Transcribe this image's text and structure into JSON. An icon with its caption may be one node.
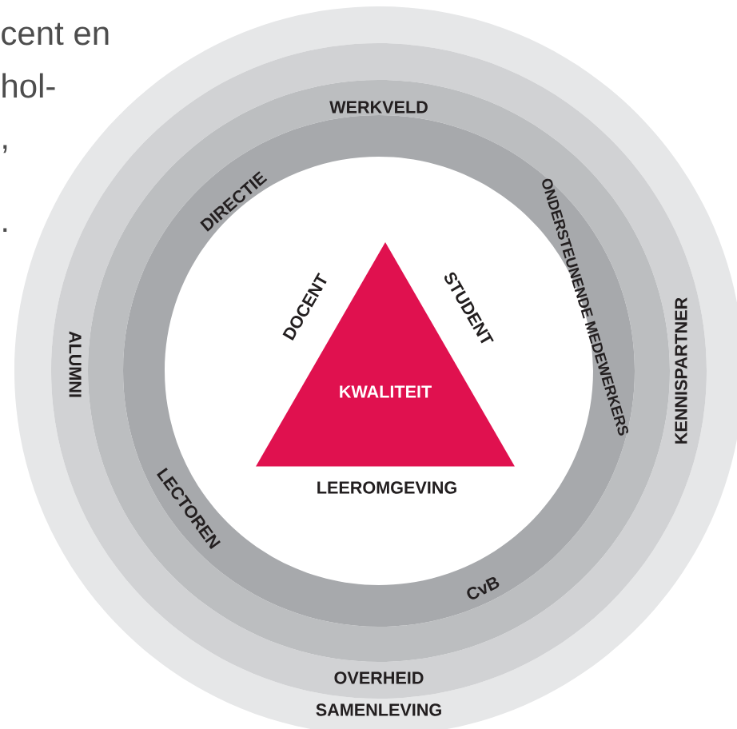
{
  "diagram": {
    "nodes": [
      {
        "text": [
          "SAMENLEVING"
        ]
      },
      {
        "text": [
          "ALUMNI",
          "KENNISPARTNER",
          "OVERHEID"
        ],
        "in": 0
      },
      {
        "text": [
          "WERKVELD"
        ],
        "in": 1
      },
      {
        "text": [
          "DIRECTIE",
          "ONDERSTEUNENDE MEDEWERKERS",
          "LECTOREN",
          "CvB"
        ],
        "in": 2
      },
      {
        "text": [
          "KWALITEIT"
        ],
        "beside": [
          "DOCENT",
          "STUDENT",
          "LEEROMGEVING"
        ],
        "in": 3
      }
    ],
    "labels": [
      "cent en",
      "hol-",
      ",",
      "."
    ]
  }
}
